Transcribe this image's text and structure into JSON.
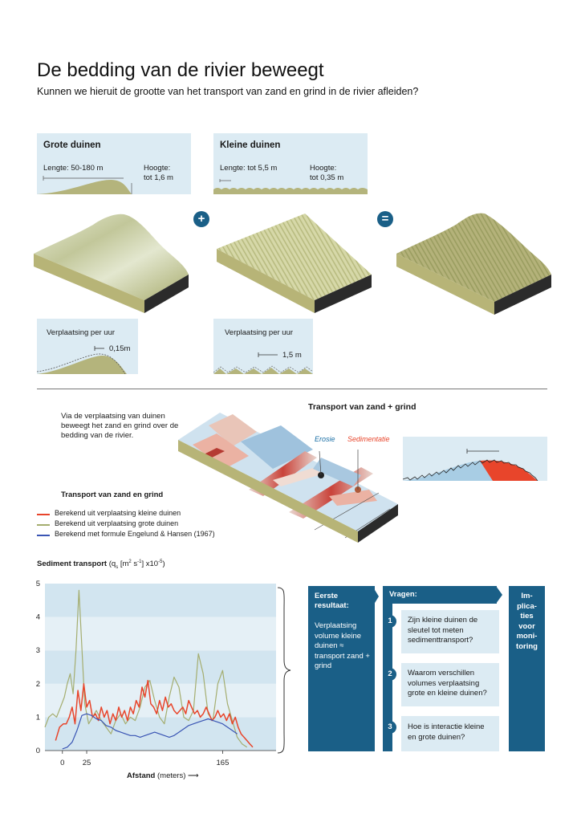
{
  "title": "De bedding van de rivier beweegt",
  "subtitle": "Kunnen we hieruit de grootte van het transport van zand en grind in de rivier afleiden?",
  "large_dunes": {
    "title": "Grote duinen",
    "length": "Lengte: 50-180 m",
    "height_label": "Hoogte:",
    "height_value": "tot 1,6 m",
    "displacement_label": "Verplaatsing per uur",
    "displacement_value": "0,15m"
  },
  "small_dunes": {
    "title": "Kleine duinen",
    "length": "Lengte: tot 5,5 m",
    "height_label": "Hoogte:",
    "height_value": "tot 0,35 m",
    "displacement_label": "Verplaatsing per uur",
    "displacement_value": "1,5 m"
  },
  "operators": {
    "plus": "+",
    "equals": "="
  },
  "transport_intro": "Via de verplaatsing van duinen beweegt het zand en grind over de bedding van de rivier.",
  "transport_title": "Transport van zand + grind",
  "erosion_label": "Erosie",
  "sedimentation_label": "Sedimentatie",
  "legend_title": "Transport van zand en grind",
  "legend": [
    {
      "label": "Berekend uit verplaatsing kleine duinen",
      "color": "#e8452b"
    },
    {
      "label": "Berekend uit verplaatsing grote duinen",
      "color": "#a4ad6f"
    },
    {
      "label": "Berekend met formule Engelund & Hansen (1967)",
      "color": "#3a55b4"
    }
  ],
  "chart_data": {
    "type": "line",
    "ylabel_main": "Sediment transport",
    "ylabel_unit": "(q",
    "ylabel_sub": "s",
    "ylabel_rest": " [m",
    "ylabel_sup1": "2",
    "ylabel_mid": " s",
    "ylabel_sup2": "-1",
    "ylabel_end": "] x10",
    "ylabel_sup3": "-5",
    "ylabel_close": ")",
    "xlabel_main": "Afstand",
    "xlabel_unit": "(meters)",
    "xlabel_arrow": "⟶",
    "xlim": [
      -18,
      220
    ],
    "ylim": [
      0,
      5
    ],
    "yticks": [
      "0",
      "1",
      "2",
      "3",
      "4",
      "5"
    ],
    "xticks": [
      "0",
      "25",
      "165"
    ],
    "series": [
      {
        "name": "Berekend uit verplaatsing grote duinen",
        "color": "#a4ad6f",
        "x": [
          -18,
          -14,
          -10,
          -6,
          -2,
          2,
          5,
          8,
          11,
          14,
          17,
          20,
          23,
          27,
          31,
          35,
          40,
          45,
          50,
          55,
          60,
          65,
          70,
          75,
          80,
          85,
          90,
          95,
          100,
          105,
          110,
          115,
          120,
          125,
          130,
          135,
          140,
          145,
          150,
          155,
          160,
          165,
          170,
          175,
          180,
          185,
          190
        ],
        "y": [
          0.7,
          1.0,
          1.1,
          1.0,
          1.3,
          1.6,
          2.0,
          2.3,
          1.7,
          3.0,
          4.8,
          3.1,
          1.4,
          0.8,
          1.0,
          1.2,
          0.9,
          0.7,
          0.5,
          0.9,
          1.1,
          0.8,
          1.0,
          0.9,
          1.3,
          1.9,
          2.1,
          1.5,
          1.0,
          0.8,
          1.6,
          2.2,
          1.9,
          1.0,
          0.9,
          1.2,
          2.9,
          2.3,
          1.1,
          0.9,
          2.0,
          2.4,
          1.4,
          0.9,
          0.4,
          0.2,
          0.1
        ]
      },
      {
        "name": "Berekend uit verplaatsing kleine duinen",
        "color": "#e8452b",
        "x": [
          -7,
          -3,
          1,
          4,
          7,
          10,
          13,
          16,
          19,
          22,
          25,
          28,
          31,
          34,
          37,
          40,
          43,
          46,
          49,
          52,
          55,
          58,
          61,
          64,
          67,
          70,
          73,
          76,
          79,
          82,
          85,
          88,
          91,
          94,
          97,
          100,
          103,
          106,
          109,
          112,
          115,
          118,
          121,
          124,
          127,
          130,
          133,
          136,
          139,
          142,
          145,
          148,
          151,
          154,
          157,
          160,
          163,
          166,
          169,
          172,
          175,
          178,
          181,
          184,
          187,
          190,
          193,
          196
        ],
        "y": [
          0.3,
          0.7,
          0.8,
          0.8,
          1.0,
          1.3,
          0.8,
          1.8,
          1.2,
          2.0,
          1.3,
          1.5,
          1.0,
          1.1,
          0.9,
          1.3,
          1.0,
          1.2,
          0.8,
          1.1,
          0.9,
          1.3,
          1.0,
          1.2,
          0.9,
          1.3,
          1.1,
          1.5,
          1.3,
          1.9,
          1.6,
          2.1,
          1.4,
          1.3,
          1.1,
          1.5,
          1.2,
          1.6,
          1.3,
          1.4,
          1.2,
          1.1,
          1.2,
          1.3,
          1.1,
          1.5,
          1.3,
          1.1,
          1.2,
          1.0,
          1.1,
          1.3,
          1.1,
          0.9,
          1.0,
          1.2,
          1.0,
          1.1,
          0.9,
          1.1,
          0.8,
          1.0,
          0.7,
          0.5,
          0.4,
          0.3,
          0.2,
          0.1
        ]
      },
      {
        "name": "Berekend met formule Engelund & Hansen (1967)",
        "color": "#3a55b4",
        "x": [
          0,
          5,
          10,
          15,
          20,
          25,
          30,
          35,
          40,
          45,
          50,
          55,
          60,
          65,
          70,
          75,
          80,
          85,
          90,
          95,
          100,
          105,
          110,
          115,
          120,
          125,
          130,
          135,
          140,
          145,
          150,
          155,
          160,
          165,
          170,
          175,
          180
        ],
        "y": [
          0.05,
          0.1,
          0.25,
          0.6,
          1.05,
          1.1,
          1.05,
          0.95,
          0.9,
          0.75,
          0.7,
          0.6,
          0.55,
          0.5,
          0.45,
          0.45,
          0.4,
          0.45,
          0.5,
          0.55,
          0.5,
          0.45,
          0.4,
          0.45,
          0.55,
          0.65,
          0.75,
          0.8,
          0.85,
          0.9,
          0.95,
          0.9,
          0.85,
          0.8,
          0.7,
          0.6,
          0.5
        ]
      }
    ]
  },
  "results": {
    "first_title": "Eerste resultaat:",
    "first_body": "Verplaatsing volume kleine duinen ≈ transport zand + grind",
    "questions_title": "Vragen:",
    "questions": [
      {
        "n": "1",
        "text": "Zijn kleine duinen de sleutel tot meten sedimenttransport?"
      },
      {
        "n": "2",
        "text": "Waarom verschillen volumes verplaatsing grote en kleine duinen?"
      },
      {
        "n": "3",
        "text": "Hoe is interactie kleine en grote duinen?"
      }
    ],
    "implications": "Im-\nplica-\nties\nvoor\nmoni-\ntoring"
  }
}
